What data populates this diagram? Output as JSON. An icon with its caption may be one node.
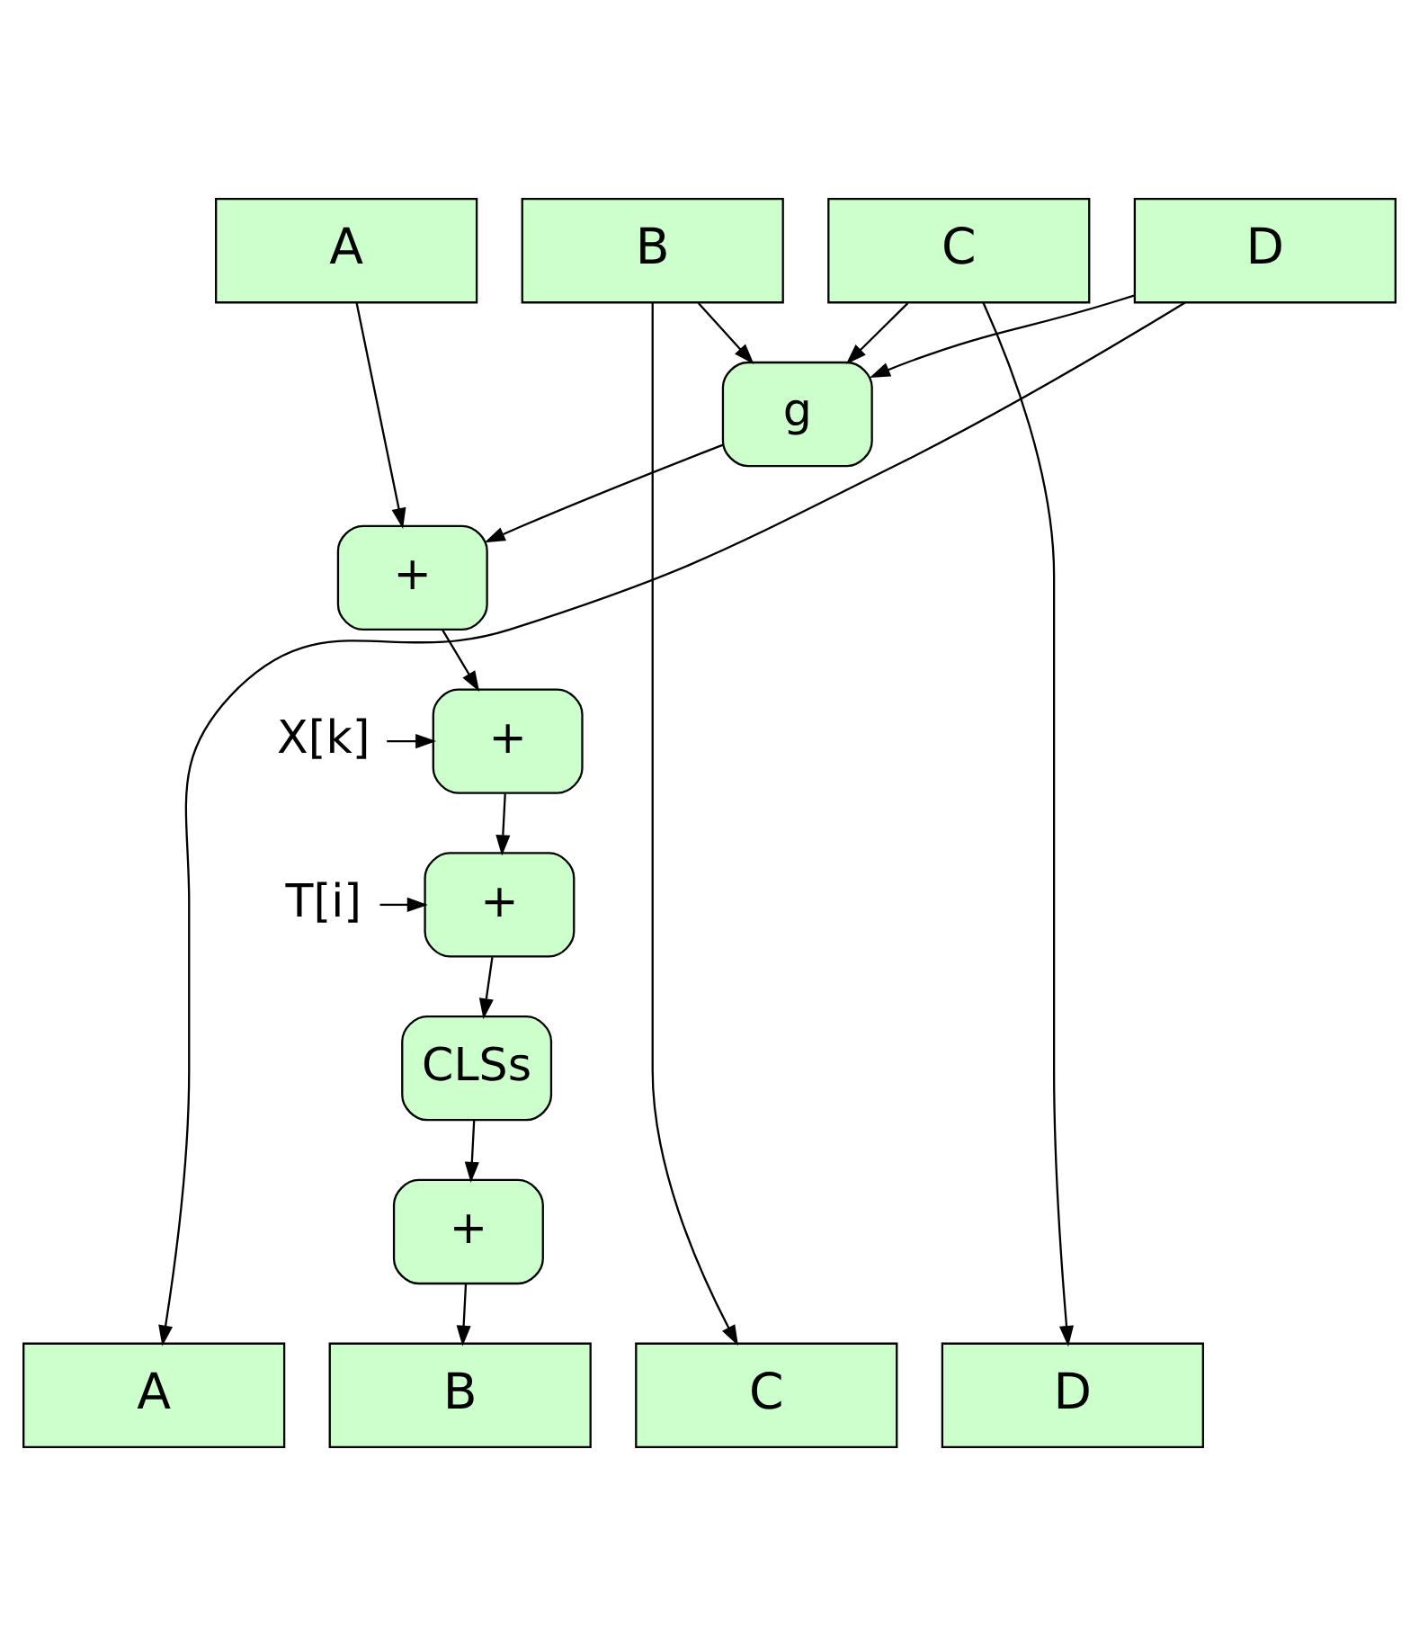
{
  "diagram": {
    "nodes": [
      {
        "text": [
          "A"
        ]
      },
      {
        "text": [
          "B"
        ]
      },
      {
        "text": [
          "C"
        ]
      },
      {
        "text": [
          "D"
        ]
      },
      {
        "text": [
          "+"
        ]
      },
      {
        "text": [
          "g"
        ]
      },
      {
        "text": [
          "X[k]"
        ]
      },
      {
        "text": [
          "+"
        ]
      },
      {
        "text": [
          "T[i]"
        ]
      },
      {
        "text": [
          "+"
        ]
      },
      {
        "text": [
          "CLSs"
        ]
      },
      {
        "text": [
          "+"
        ]
      },
      {
        "text": [
          "A"
        ]
      },
      {
        "text": [
          "B"
        ]
      },
      {
        "text": [
          "C"
        ]
      },
      {
        "text": [
          "D"
        ]
      }
    ],
    "edges": [
      {
        "from": 0,
        "to": 4,
        "arrow": "to"
      },
      {
        "from": 1,
        "to": 5,
        "arrow": "to"
      },
      {
        "from": 2,
        "to": 5,
        "arrow": "to"
      },
      {
        "from": 3,
        "to": 5,
        "arrow": "to"
      },
      {
        "from": 5,
        "to": 4,
        "arrow": "to"
      },
      {
        "from": 4,
        "to": 7,
        "arrow": "to"
      },
      {
        "from": 6,
        "to": 7,
        "arrow": "to"
      },
      {
        "from": 7,
        "to": 9,
        "arrow": "to"
      },
      {
        "from": 8,
        "to": 9,
        "arrow": "to"
      },
      {
        "from": 9,
        "to": 10,
        "arrow": "to"
      },
      {
        "from": 10,
        "to": 11,
        "arrow": "to"
      },
      {
        "from": 11,
        "to": 13,
        "arrow": "to"
      },
      {
        "from": 1,
        "to": 14,
        "arrow": "to"
      },
      {
        "from": 2,
        "to": 15,
        "arrow": "to"
      },
      {
        "from": 3,
        "to": 12,
        "arrow": "to"
      }
    ]
  }
}
